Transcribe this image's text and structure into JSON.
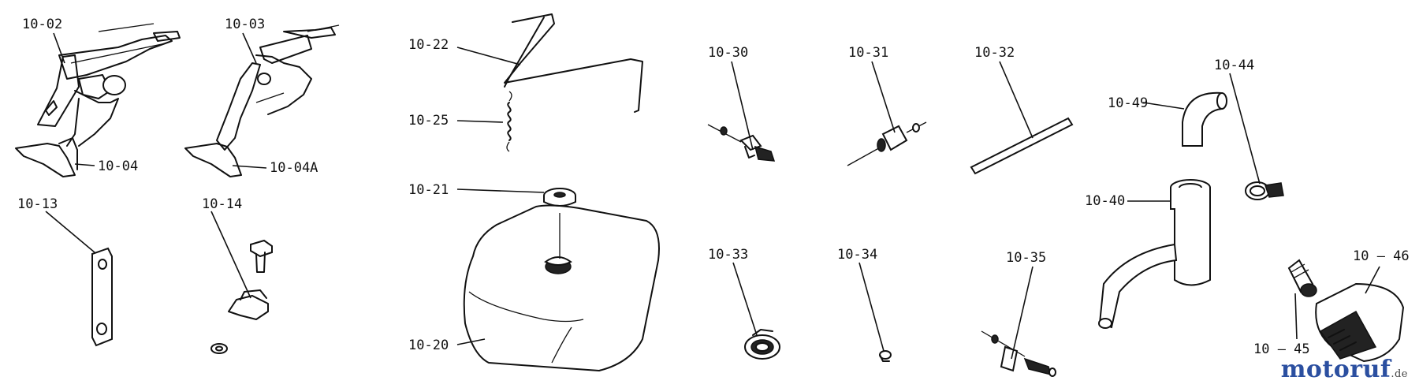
{
  "labels": {
    "l1002": "10-02",
    "l1003": "10-03",
    "l1004": "10-04",
    "l1004a": "10-04A",
    "l1013": "10-13",
    "l1014": "10-14",
    "l1022": "10-22",
    "l1025": "10-25",
    "l1021": "10-21",
    "l1020": "10-20",
    "l1030": "10-30",
    "l1031": "10-31",
    "l1032": "10-32",
    "l1033": "10-33",
    "l1034": "10-34",
    "l1035": "10-35",
    "l1049": "10-49",
    "l1044": "10-44",
    "l1040": "10-40",
    "l1046": "10 — 46",
    "l1045": "10 — 45"
  },
  "watermark": {
    "text": "motoruf",
    "tld": ".de"
  }
}
